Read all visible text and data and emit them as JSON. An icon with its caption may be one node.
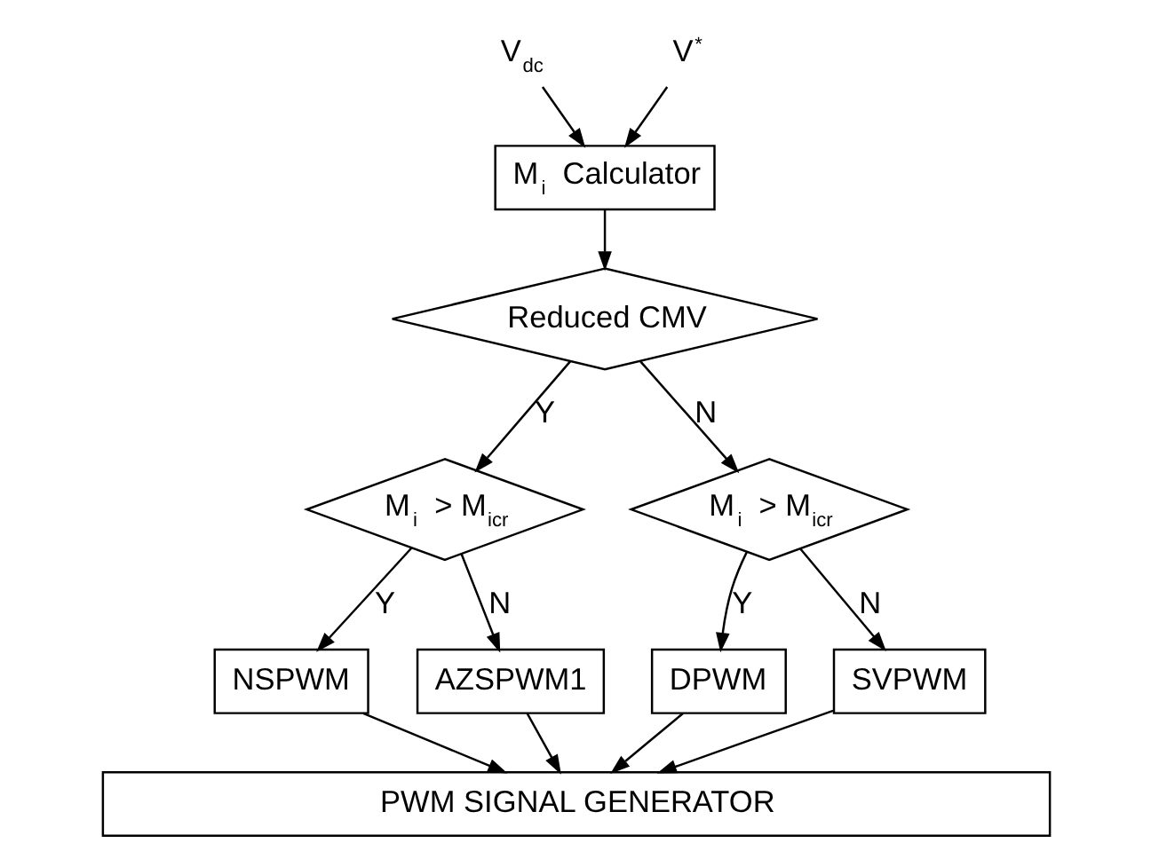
{
  "diagram": {
    "nodes": [
      {
        "text": [
          "V$_{dc}$"
        ]
      },
      {
        "text": [
          "V$^{*}$"
        ]
      },
      {
        "text": [
          "M$_{i}$ Calculator"
        ]
      },
      {
        "text": [
          "Reduced CMV"
        ]
      },
      {
        "text": [
          "M$_{i}$ > M$_{icr}$"
        ]
      },
      {
        "text": [
          "M$_{i}$ > M$_{icr}$"
        ]
      },
      {
        "text": [
          "NSPWM"
        ]
      },
      {
        "text": [
          "AZSPWM1"
        ]
      },
      {
        "text": [
          "DPWM"
        ]
      },
      {
        "text": [
          "SVPWM"
        ]
      },
      {
        "text": [
          "PWM SIGNAL GENERATOR"
        ]
      }
    ],
    "edges": [
      {
        "from": 0,
        "to": 2,
        "arrow": "to"
      },
      {
        "from": 1,
        "to": 2,
        "arrow": "to"
      },
      {
        "from": 2,
        "to": 3,
        "arrow": "to"
      },
      {
        "from": 3,
        "to": 4,
        "arrow": "to",
        "label": "Y"
      },
      {
        "from": 3,
        "to": 5,
        "arrow": "to",
        "label": "N"
      },
      {
        "from": 4,
        "to": 6,
        "arrow": "to",
        "label": "Y"
      },
      {
        "from": 4,
        "to": 7,
        "arrow": "to",
        "label": "N"
      },
      {
        "from": 5,
        "to": 8,
        "arrow": "to",
        "label": "Y"
      },
      {
        "from": 5,
        "to": 9,
        "arrow": "to",
        "label": "N"
      },
      {
        "from": 6,
        "to": 10,
        "arrow": "to"
      },
      {
        "from": 7,
        "to": 10,
        "arrow": "to"
      },
      {
        "from": 8,
        "to": 10,
        "arrow": "to"
      },
      {
        "from": 9,
        "to": 10,
        "arrow": "to"
      }
    ]
  }
}
